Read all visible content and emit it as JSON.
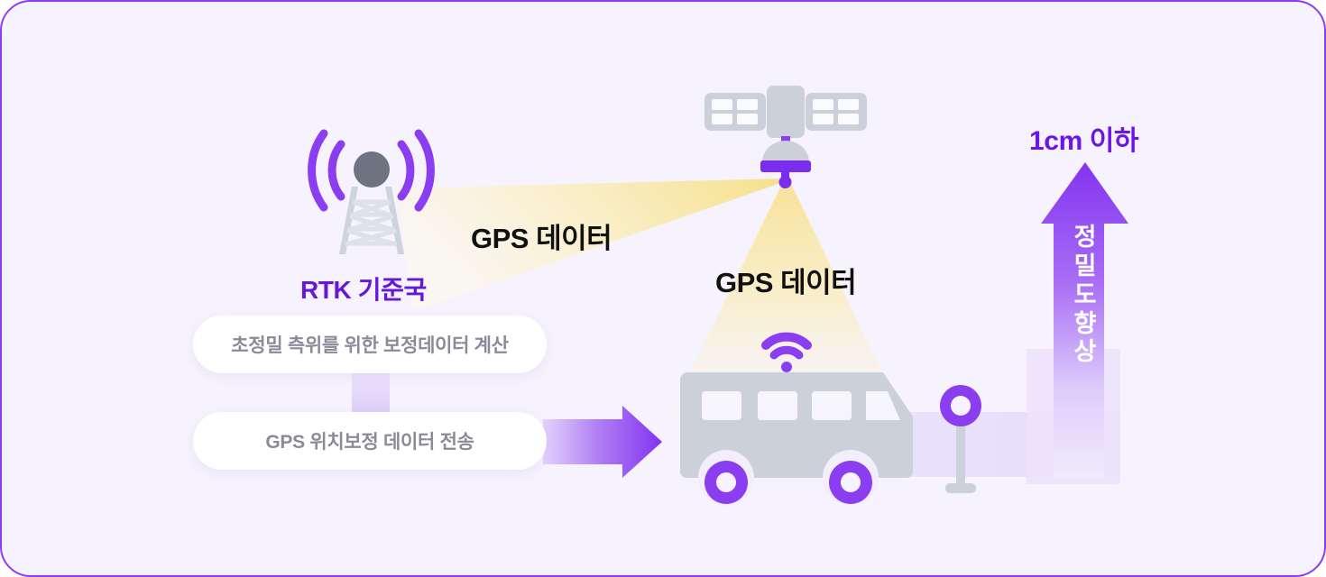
{
  "diagram": {
    "title_hidden": "",
    "palette": {
      "background": "#f7f3fe",
      "border": "#8b3ef0",
      "accent_purple": "#8b3ef0",
      "deep_purple": "#6419d8",
      "beam_yellow": "#f6e49a",
      "device_gray": "#ccd0da",
      "pill_text": "#8b8a98",
      "label_black": "#111111",
      "road_purple": "#ece4fb"
    },
    "nodes": {
      "base_station": {
        "icon": "radio-tower-icon",
        "label": "RTK 기준국"
      },
      "satellite": {
        "icon": "satellite-icon"
      },
      "vehicle": {
        "icon": "bus-icon",
        "signal_icon": "wifi-icon"
      },
      "map_pin": {
        "icon": "map-pin-icon"
      }
    },
    "beams": {
      "uplink_label": "GPS 데이터",
      "downlink_label": "GPS 데이터"
    },
    "steps": [
      {
        "text": "초정밀 측위를 위한 보정데이터 계산"
      },
      {
        "text": "GPS 위치보정 데이터 전송"
      }
    ],
    "outcome": {
      "headline": "1cm 이하",
      "arrow_text": "정밀도\n향상",
      "arrow_icon": "arrow-up-icon"
    },
    "flow_arrow": {
      "icon": "arrow-right-icon"
    }
  }
}
